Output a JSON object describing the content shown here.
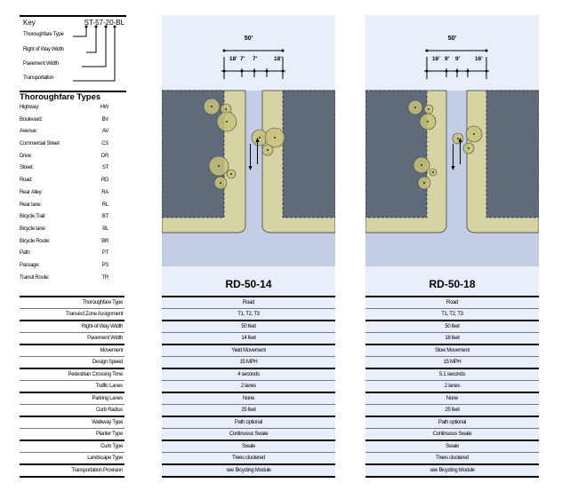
{
  "key": {
    "label": "Key",
    "code": "ST-57-20-BL",
    "items": [
      "Thoroughfare Type",
      "Right of Way Width",
      "Pavement Width",
      "Transportation"
    ]
  },
  "types": {
    "title": "Thoroughfare Types",
    "items": [
      [
        "Highway:",
        "HW"
      ],
      [
        "Boulevard:",
        "BV"
      ],
      [
        "Avenue:",
        "AV"
      ],
      [
        "Commercial Street",
        "CS"
      ],
      [
        "Drive:",
        "DR"
      ],
      [
        "Street:",
        "ST"
      ],
      [
        "Road:",
        "RD"
      ],
      [
        "Rear Alley:",
        "RA"
      ],
      [
        "Rear lane:",
        "RL"
      ],
      [
        "Bicycle Trail:",
        "BT"
      ],
      [
        "Bicycle lane:",
        "BL"
      ],
      [
        "Bicycle Route:",
        "BR"
      ],
      [
        "Path:",
        "PT"
      ],
      [
        "Passage:",
        "PS"
      ],
      [
        "Transit Route:",
        "TR"
      ]
    ]
  },
  "row_labels": [
    "Thoroughfare Type",
    "Transect Zone Assignment",
    "Right-of-Way Width",
    "Pavement Width",
    "Movement",
    "Design Speed",
    "Pedestrian Crossing Time",
    "Traffic Lanes",
    "Parking Lanes",
    "Curb Radius",
    "Walkway Type",
    "Planter Type",
    "Curb Type",
    "Landscape Type",
    "Transportation Provision"
  ],
  "panels": [
    {
      "title": "RD-50-14",
      "dims": {
        "total": "50'",
        "parts": [
          "18'",
          "7'",
          "7'",
          "18'"
        ]
      },
      "values": [
        "Road",
        "T1, T2, T3",
        "50 feet",
        "14 feet",
        "Yield Movement",
        "15 MPH",
        "4 seconds",
        "2 lanes",
        "None",
        "25 feet",
        "Path optional",
        "Continuous Swale",
        "Swale",
        "Trees clustered",
        "see Bicycling Module"
      ]
    },
    {
      "title": "RD-50-18",
      "dims": {
        "total": "50'",
        "parts": [
          "16'",
          "9'",
          "9'",
          "16'"
        ]
      },
      "values": [
        "Road",
        "T1, T2, T3",
        "50 feet",
        "18 feet",
        "Slow Movement",
        "15 MPH",
        "5.1 seconds",
        "2 lanes",
        "None",
        "25 feet",
        "Path optional",
        "Continuous Swale",
        "Swale",
        "Trees clustered",
        "see Bicycling Module"
      ]
    }
  ],
  "colors": {
    "block": "#5f6b78",
    "sidewalk": "#d6d3a4",
    "road": "#c3cde3",
    "panel": "#e8eefa",
    "tree": "#c8c27a"
  }
}
